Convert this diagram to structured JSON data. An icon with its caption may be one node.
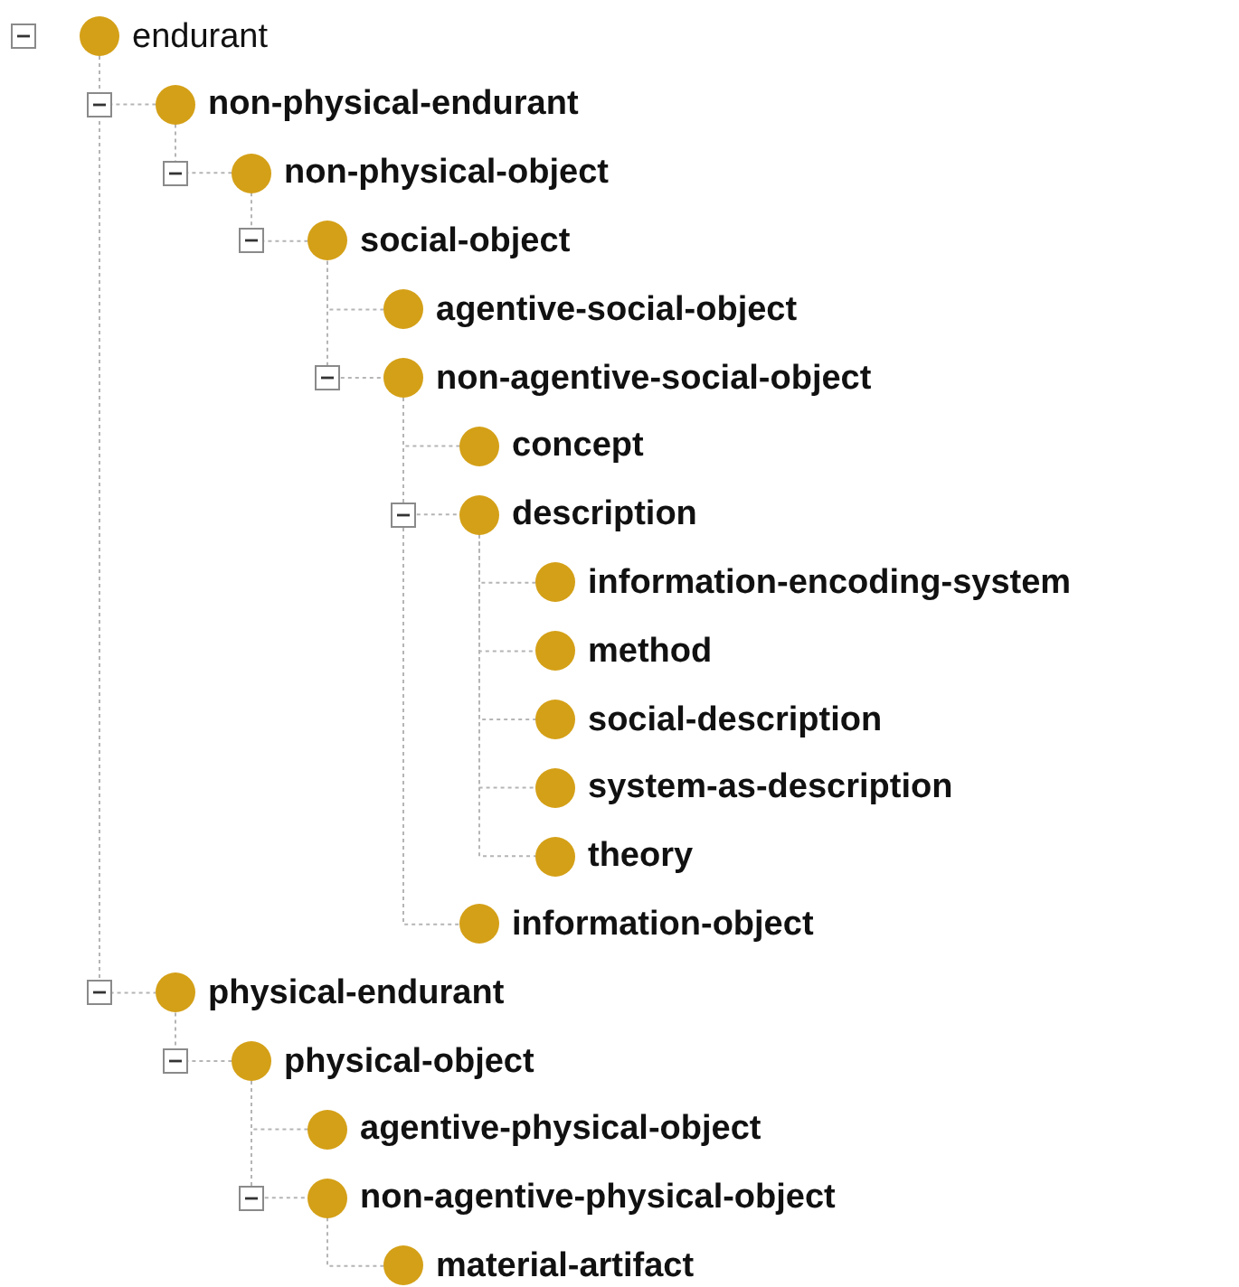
{
  "diagram": {
    "nodes": [
      {
        "text": [
          "endurant"
        ]
      },
      {
        "text": [
          "non-physical-endurant"
        ]
      },
      {
        "text": [
          "non-physical-object"
        ]
      },
      {
        "text": [
          "social-object"
        ]
      },
      {
        "text": [
          "agentive-social-object"
        ]
      },
      {
        "text": [
          "non-agentive-social-object"
        ]
      },
      {
        "text": [
          "concept"
        ]
      },
      {
        "text": [
          "description"
        ]
      },
      {
        "text": [
          "information-encoding-system"
        ]
      },
      {
        "text": [
          "method"
        ]
      },
      {
        "text": [
          "social-description"
        ]
      },
      {
        "text": [
          "system-as-description"
        ]
      },
      {
        "text": [
          "theory"
        ]
      },
      {
        "text": [
          "information-object"
        ]
      },
      {
        "text": [
          "physical-endurant"
        ]
      },
      {
        "text": [
          "physical-object"
        ]
      },
      {
        "text": [
          "agentive-physical-object"
        ]
      },
      {
        "text": [
          "non-agentive-physical-object"
        ]
      },
      {
        "text": [
          "material-artifact"
        ]
      }
    ],
    "edges": [
      {
        "from": 0,
        "to": 1,
        "arrow": "none",
        "style": "dashed"
      },
      {
        "from": 1,
        "to": 2,
        "arrow": "none",
        "style": "dashed"
      },
      {
        "from": 2,
        "to": 3,
        "arrow": "none",
        "style": "dashed"
      },
      {
        "from": 3,
        "to": 4,
        "arrow": "none",
        "style": "dashed"
      },
      {
        "from": 3,
        "to": 5,
        "arrow": "none",
        "style": "dashed"
      },
      {
        "from": 5,
        "to": 6,
        "arrow": "none",
        "style": "dashed"
      },
      {
        "from": 5,
        "to": 7,
        "arrow": "none",
        "style": "dashed"
      },
      {
        "from": 7,
        "to": 8,
        "arrow": "none",
        "style": "dashed"
      },
      {
        "from": 7,
        "to": 9,
        "arrow": "none",
        "style": "dashed"
      },
      {
        "from": 7,
        "to": 10,
        "arrow": "none",
        "style": "dashed"
      },
      {
        "from": 7,
        "to": 11,
        "arrow": "none",
        "style": "dashed"
      },
      {
        "from": 7,
        "to": 12,
        "arrow": "none",
        "style": "dashed"
      },
      {
        "from": 5,
        "to": 13,
        "arrow": "none",
        "style": "dashed"
      },
      {
        "from": 0,
        "to": 14,
        "arrow": "none",
        "style": "dashed"
      },
      {
        "from": 14,
        "to": 15,
        "arrow": "none",
        "style": "dashed"
      },
      {
        "from": 15,
        "to": 16,
        "arrow": "none",
        "style": "dashed"
      },
      {
        "from": 15,
        "to": 17,
        "arrow": "none",
        "style": "dashed"
      },
      {
        "from": 17,
        "to": 18,
        "arrow": "none",
        "style": "dashed"
      }
    ]
  }
}
